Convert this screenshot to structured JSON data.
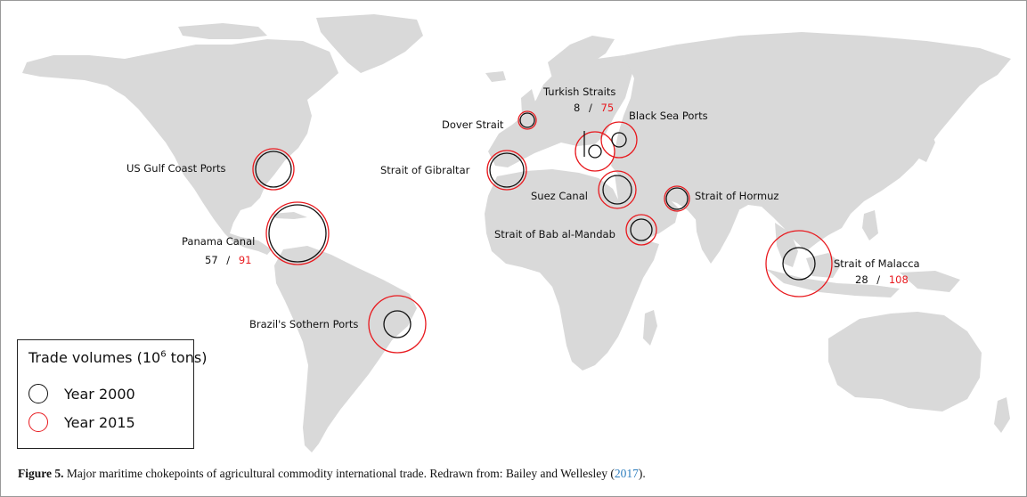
{
  "map": {
    "labels": {
      "us_gulf": "US Gulf Coast Ports",
      "panama": "Panama Canal",
      "panama_2000": "57",
      "panama_2015": "91",
      "brazil": "Brazil's Sothern Ports",
      "dover": "Dover Strait",
      "gibraltar": "Strait of Gibraltar",
      "turkish": "Turkish Straits",
      "turkish_2000": "8",
      "turkish_2015": "75",
      "black_sea": "Black Sea Ports",
      "suez": "Suez Canal",
      "hormuz": "Strait of Hormuz",
      "bab": "Strait of Bab al-Mandab",
      "malacca": "Strait of Malacca",
      "malacca_2000": "28",
      "malacca_2015": "108",
      "sep": "/"
    }
  },
  "legend": {
    "title_prefix": "Trade volumes (10",
    "title_exp": "6",
    "title_suffix": " tons)",
    "year_2000": "Year 2000",
    "year_2015": "Year 2015"
  },
  "caption": {
    "figure_label": "Figure 5.",
    "text": " Major maritime chokepoints of agricultural commodity international trade. Redrawn from: Bailey and Wellesley (",
    "year": "2017",
    "end": ")."
  },
  "colors": {
    "land": "#d9d9d9",
    "year_2000": "#111111",
    "year_2015": "#e8191e",
    "citation": "#2f7fbf"
  }
}
